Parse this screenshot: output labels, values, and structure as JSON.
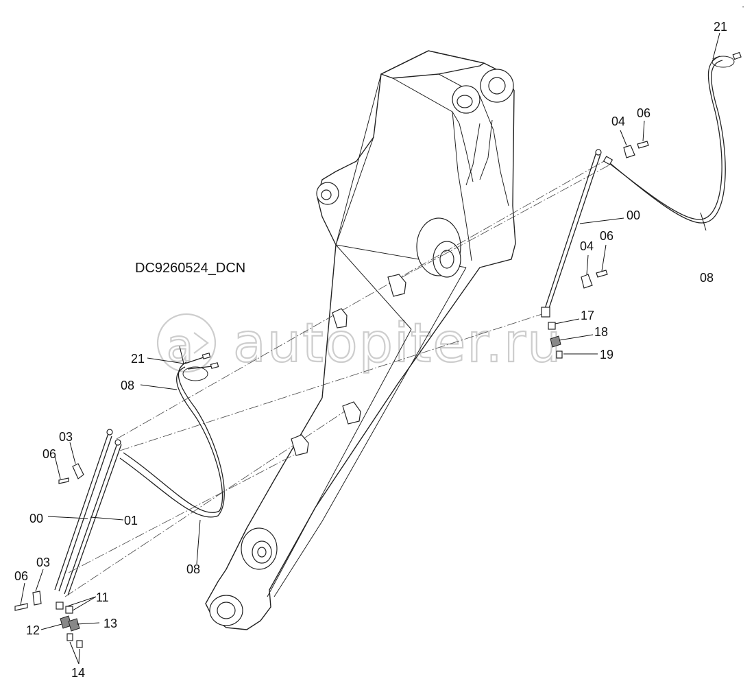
{
  "drawing_code": "DC9260524_DCN",
  "watermark": {
    "text": "autopiter.ru",
    "logo_icon": "a-arrow-circle-logo-icon"
  },
  "corner_mark": "∙",
  "labels": {
    "part_00_left": "00",
    "part_01": "01",
    "part_03_upper": "03",
    "part_03_lower": "03",
    "part_06_upper_left": "06",
    "part_06_lower_left": "06",
    "part_08_left_upper": "08",
    "part_08_left_lower": "08",
    "part_11": "11",
    "part_12": "12",
    "part_13": "13",
    "part_14": "14",
    "part_21_left": "21",
    "part_00_right": "00",
    "part_04_upper": "04",
    "part_06_upper_right": "06",
    "part_04_lower": "04",
    "part_06_lower_right": "06",
    "part_08_right": "08",
    "part_17": "17",
    "part_18": "18",
    "part_19": "19",
    "part_21_right": "21"
  }
}
